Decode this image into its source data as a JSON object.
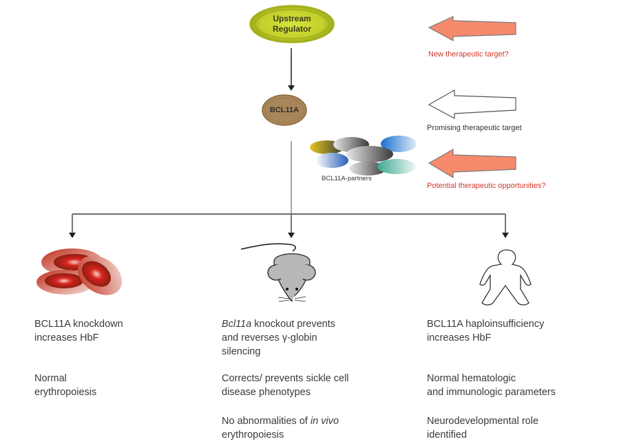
{
  "upstream_node": {
    "label_line1": "Upstream",
    "label_line2": "Regulator",
    "color": "#c8d62c"
  },
  "bcl11a_node": {
    "label": "BCL11A",
    "color": "#a8865a"
  },
  "partners": {
    "label": "BCL11A-partners"
  },
  "side_arrows": [
    {
      "label": "New therapeutic target?",
      "fill": "#f68a6c",
      "text_color": "#d1382a"
    },
    {
      "label": "Promising therapeutic target",
      "fill": "#ffffff",
      "text_color": "#333333"
    },
    {
      "label": "Potential therapeutic opportunities?",
      "fill": "#f68a6c",
      "text_color": "#d1382a"
    }
  ],
  "columns": [
    {
      "icon": "red-blood-cells-icon",
      "blocks": [
        {
          "line1": "BCL11A knockdown",
          "line2": "increases HbF"
        },
        {
          "line1": "Normal",
          "line2": "erythropoiesis"
        }
      ]
    },
    {
      "icon": "mouse-icon",
      "blocks": [
        {
          "line1_italic": "Bcl11a",
          "line1_rest": " knockout prevents",
          "line2": "and reverses γ-globin",
          "line3": "silencing"
        },
        {
          "line1": "Corrects/ prevents sickle cell",
          "line2": "disease phenotypes"
        },
        {
          "line1_pre": "No abnormalities of ",
          "line1_italic": "in vivo",
          "line2": "erythropoiesis"
        }
      ]
    },
    {
      "icon": "human-figure-icon",
      "blocks": [
        {
          "line1": "BCL11A haploinsufficiency",
          "line2": "increases HbF"
        },
        {
          "line1": "Normal hematologic",
          "line2": "and immunologic parameters"
        },
        {
          "line1": "Neurodevelopmental role",
          "line2": "identified"
        }
      ]
    }
  ]
}
